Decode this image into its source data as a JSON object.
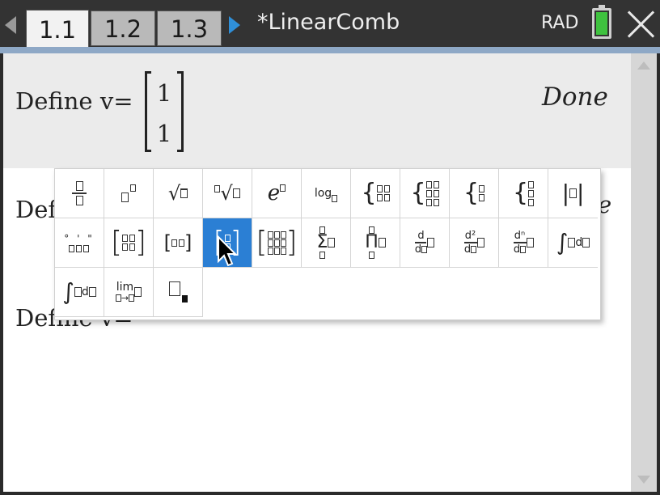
{
  "tabs": [
    {
      "label": "1.1",
      "active": true
    },
    {
      "label": "1.2",
      "active": false
    },
    {
      "label": "1.3",
      "active": false
    }
  ],
  "document_title": "*LinearComb",
  "angle_mode": "RAD",
  "battery_level": 1.0,
  "colors": {
    "accent": "#2b7fd4",
    "battery": "#3fc23f",
    "nav_arrow": "#2f8fd8"
  },
  "entries": [
    {
      "command": "Define v=",
      "matrix": [
        "1",
        "1"
      ],
      "result": "Done"
    },
    {
      "command_visible": "Def",
      "result_visible": "e"
    },
    {
      "command": "Define v="
    }
  ],
  "palette": {
    "selected_index": 14,
    "templates": [
      "fraction-template",
      "exponent-template",
      "square-root-template",
      "nth-root-template",
      "e-exponent-template",
      "log-template",
      "piecewise-2-template",
      "piecewise-n-template",
      "system-2-template",
      "system-n-template",
      "absolute-value-template",
      "dms-template",
      "matrix-2x2-template",
      "row-vector-template",
      "column-vector-template",
      "matrix-mxn-template",
      "sum-template",
      "product-template",
      "derivative-template",
      "second-derivative-template",
      "nth-derivative-template",
      "definite-integral-template",
      "indefinite-integral-template",
      "limit-template",
      "subscript-template"
    ]
  },
  "icons": {
    "nav_left": "left-arrow-icon",
    "nav_right": "right-arrow-icon",
    "battery": "battery-icon",
    "close": "close-icon",
    "cursor": "mouse-pointer-icon"
  }
}
